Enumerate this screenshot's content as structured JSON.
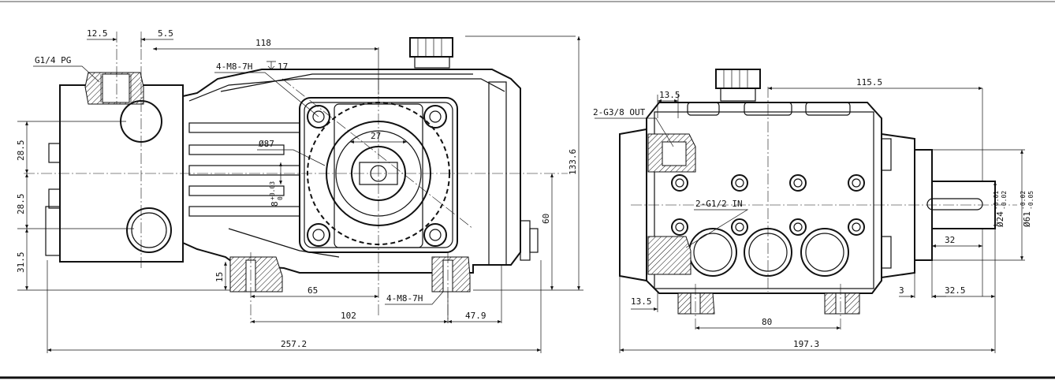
{
  "side_view": {
    "dim_12_5": "12.5",
    "dim_5_5": "5.5",
    "dim_118": "118",
    "thread_4m8_7h_depth": "4-M8-7H",
    "depth_17": "17",
    "port_g14_pg": "G1/4 PG",
    "dia_87": "Ø87",
    "dim_27": "27",
    "key_8": "8",
    "key_tol_upper": "+0.03",
    "key_tol_lower": "0",
    "dim_28_5_top": "28.5",
    "dim_28_5_bottom": "28.5",
    "dim_31_5": "31.5",
    "dim_15": "15",
    "dim_65": "65",
    "thread_4m8_7h": "4-M8-7H",
    "dim_102": "102",
    "dim_47_9": "47.9",
    "dim_133_6": "133.6",
    "dim_60": "60",
    "dim_257_2": "257.2"
  },
  "front_view": {
    "dim_13_5_top": "13.5",
    "dim_115_5": "115.5",
    "port_out": "2-G3/8 OUT",
    "port_in": "2-G1/2 IN",
    "dia_24": "Ø24",
    "dia_24_tol_upper": "-0.01",
    "dia_24_tol_lower": "-0.02",
    "dia_61": "Ø61",
    "dia_61_tol_upper": "-0.02",
    "dia_61_tol_lower": "-0.05",
    "dim_32": "32",
    "dim_13_5_bottom": "13.5",
    "dim_3": "3",
    "dim_32_5": "32.5",
    "dim_80": "80",
    "dim_197_3": "197.3"
  }
}
